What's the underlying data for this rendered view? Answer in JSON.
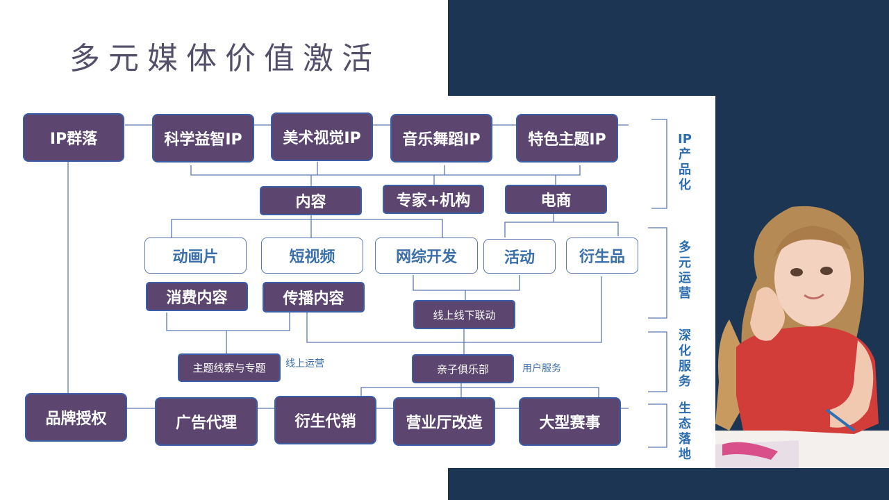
{
  "title": "多元媒体价值激活",
  "ip_row": {
    "root": "IP群落",
    "items": [
      "科学益智IP",
      "美术视觉IP",
      "音乐舞蹈IP",
      "特色主题IP"
    ]
  },
  "product_row": [
    "内容",
    "专家+机构",
    "电商"
  ],
  "operations_row": [
    "动画片",
    "短视频",
    "网综开发",
    "活动",
    "衍生品"
  ],
  "content_types": [
    "消费内容",
    "传播内容"
  ],
  "online_offline": "线上线下联动",
  "services": {
    "theme": "主题线索与专题",
    "theme_note": "线上运营",
    "club": "亲子俱乐部",
    "club_note": "用户服务"
  },
  "landing_row": {
    "root": "品牌授权",
    "items": [
      "广告代理",
      "衍生代销",
      "营业厅改造",
      "大型赛事"
    ]
  },
  "categories": [
    "IP产品化",
    "多元运营",
    "深化服务",
    "生态落地"
  ],
  "colors": {
    "navy": "#1b3553",
    "box_purple": "#5c4670",
    "box_border": "#3b5ea8",
    "label_blue": "#2c6db0"
  }
}
